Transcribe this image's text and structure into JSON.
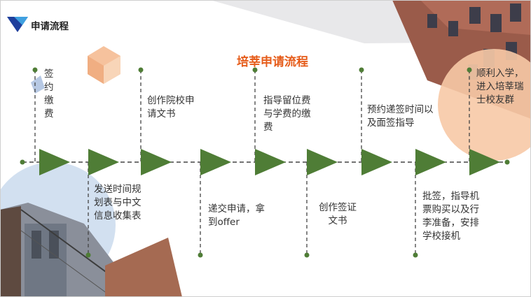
{
  "header": {
    "title": "申请流程"
  },
  "diagram": {
    "title": "培莘申请流程",
    "steps": [
      {
        "label": "签约缴费"
      },
      {
        "label": "发送时间规划表与中文信息收集表"
      },
      {
        "label": "创作院校申请文书"
      },
      {
        "label": "递交申请，拿到offer"
      },
      {
        "label": "指导留位费与学费的缴费"
      },
      {
        "label": "创作签证文书"
      },
      {
        "label": "预约递签时间以及面签指导"
      },
      {
        "label": "批签，指导机票购买以及行李准备，安排学校接机"
      },
      {
        "label": "顺利入学，进入培莘瑞士校友群"
      }
    ]
  },
  "colors": {
    "accent": "#e65c1a",
    "arrow": "#4f7d36",
    "line": "#444444",
    "logo_blue": "#1f3f9c",
    "peach": "#f7c9a6",
    "light_blue": "#c8d8ec"
  }
}
